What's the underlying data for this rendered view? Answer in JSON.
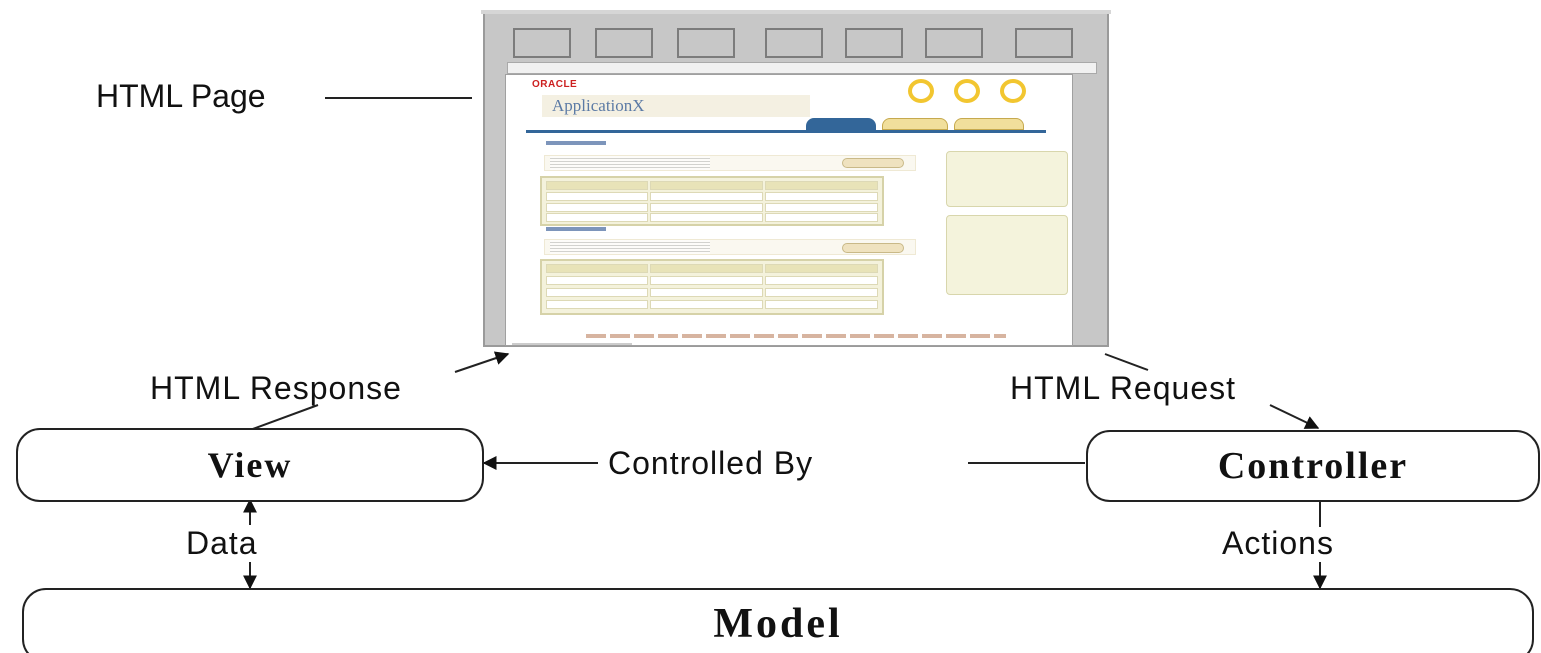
{
  "labels": {
    "html_page": "HTML Page",
    "html_response": "HTML Response",
    "html_request": "HTML Request",
    "controlled_by": "Controlled By",
    "data": "Data",
    "actions": "Actions"
  },
  "boxes": {
    "view": "View",
    "controller": "Controller",
    "model": "Model"
  },
  "browser_mock": {
    "brand": "ORACLE",
    "app_name": "ApplicationX"
  },
  "colors": {
    "line": "#222222",
    "browser_frame": "#c7c7c7",
    "oracle_red": "#cc2020",
    "accent_yellow": "#f2c630",
    "tab_blue": "#336699"
  }
}
